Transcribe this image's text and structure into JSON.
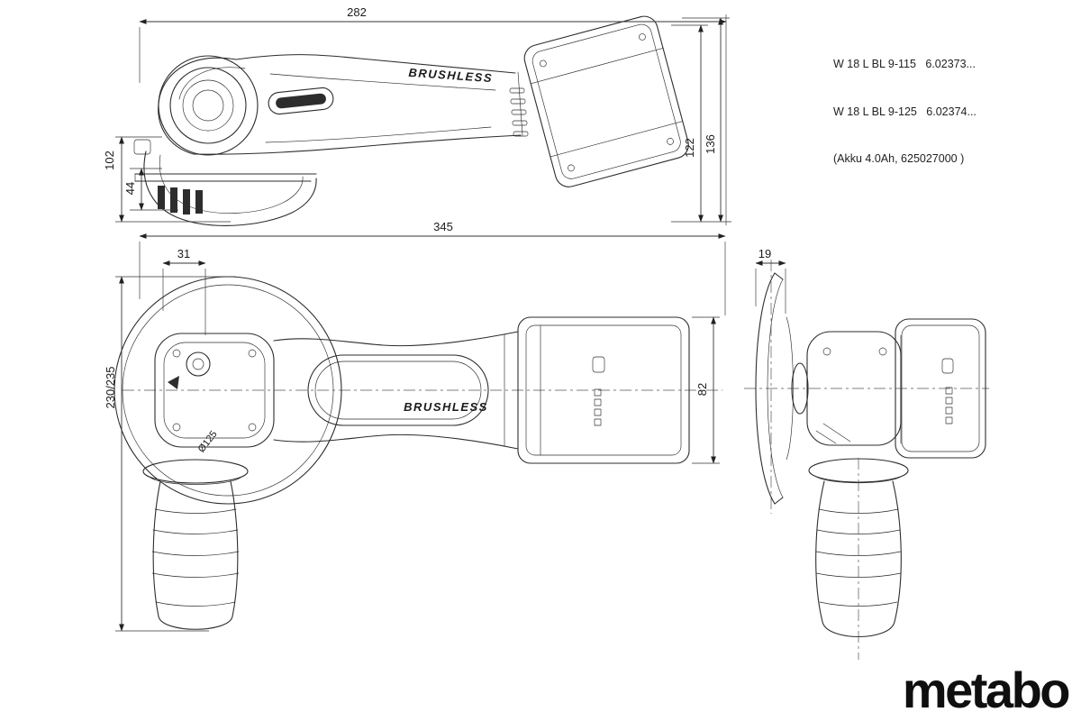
{
  "page": {
    "background": "#ffffff",
    "line_color": "#2d2d2d",
    "dim_color": "#333333"
  },
  "product_info": {
    "line1": "W 18 L BL 9-115   6.02373...",
    "line2": "W 18 L BL 9-125   6.02374...",
    "line3": "(Akku 4.0Ah, 625027000 )"
  },
  "brand": {
    "logo_text": "metabo",
    "logo_color": "#0f0f0f"
  },
  "labels": {
    "brushless": "BRUSHLESS",
    "disc_marking": "Ø125"
  },
  "dims": {
    "side": {
      "length": "282",
      "height_left_outer": "102",
      "height_left_inner": "44",
      "height_right_inner": "122",
      "height_right_outer": "136"
    },
    "top": {
      "length": "345",
      "front_offset": "31",
      "overall_height": "230/235",
      "battery_width": "82"
    },
    "front": {
      "disc_depth": "19"
    }
  }
}
